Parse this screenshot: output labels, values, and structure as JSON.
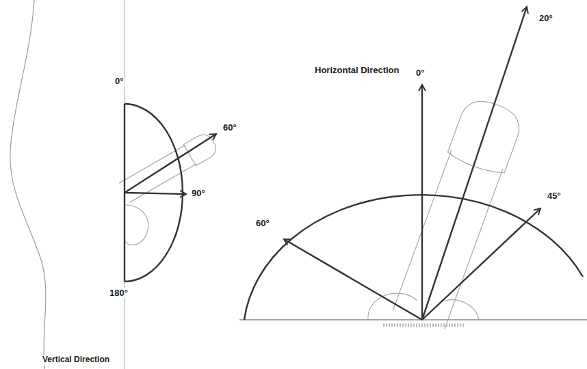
{
  "diagram": {
    "labels": [
      "0°",
      "60°",
      "90°",
      "180°",
      "Vertical Direction",
      "Horizontal Direction",
      "0°",
      "20°",
      "45°",
      "60°"
    ]
  }
}
